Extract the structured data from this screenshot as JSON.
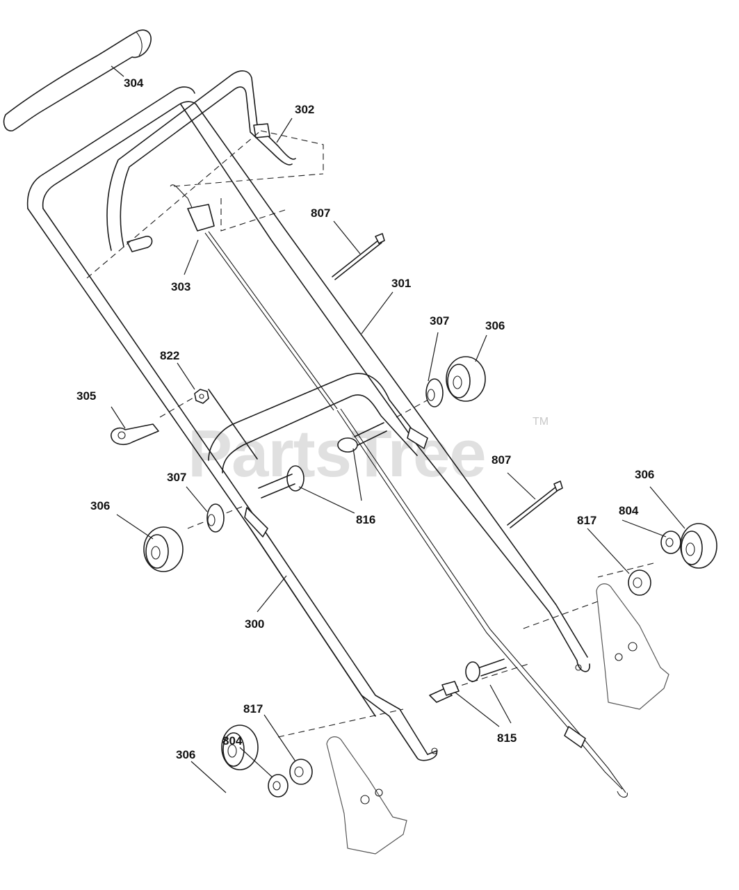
{
  "watermark": {
    "text": "PartsTree",
    "trademark": "TM"
  },
  "callouts": {
    "c300": "300",
    "c301": "301",
    "c302": "302",
    "c303": "303",
    "c304": "304",
    "c305": "305",
    "c306a": "306",
    "c306b": "306",
    "c306c": "306",
    "c307a": "307",
    "c307b": "307",
    "c804a": "804",
    "c804b": "804",
    "c807a": "807",
    "c807b": "807",
    "c815": "815",
    "c816": "816",
    "c817a": "817",
    "c817b": "817",
    "c822": "822"
  }
}
